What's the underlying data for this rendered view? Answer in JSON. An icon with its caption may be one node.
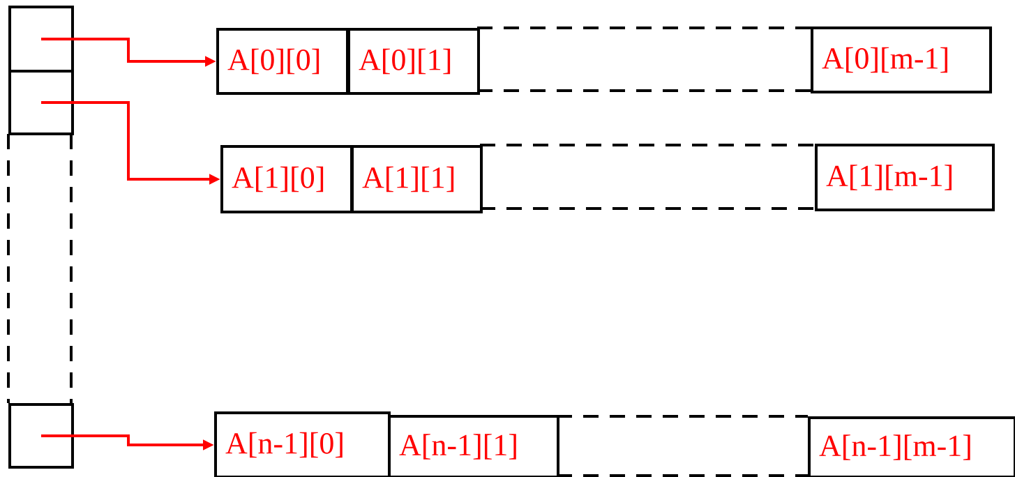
{
  "diagram": {
    "nodes": [
      {
        "text": [],
        "shape": "box"
      },
      {
        "text": [
          "A[0][0]"
        ]
      },
      {
        "text": [
          "A[0][1]"
        ]
      },
      {
        "text": [
          "A[0][m-1]"
        ]
      },
      {
        "text": [],
        "shape": "box"
      },
      {
        "text": [
          "A[1][0]"
        ]
      },
      {
        "text": [
          "A[1][1]"
        ]
      },
      {
        "text": [
          "A[1][m-1]"
        ]
      },
      {
        "text": [],
        "shape": "box"
      },
      {
        "text": [
          "A[n-1][0]"
        ]
      },
      {
        "text": [
          "A[n-1][1]"
        ]
      },
      {
        "text": [
          "A[n-1][m-1]"
        ]
      }
    ],
    "edges": [
      {
        "from": 0,
        "to": 1,
        "arrow": "to"
      },
      {
        "from": 4,
        "to": 5,
        "arrow": "to"
      },
      {
        "from": 8,
        "to": 9,
        "arrow": "to"
      }
    ]
  }
}
